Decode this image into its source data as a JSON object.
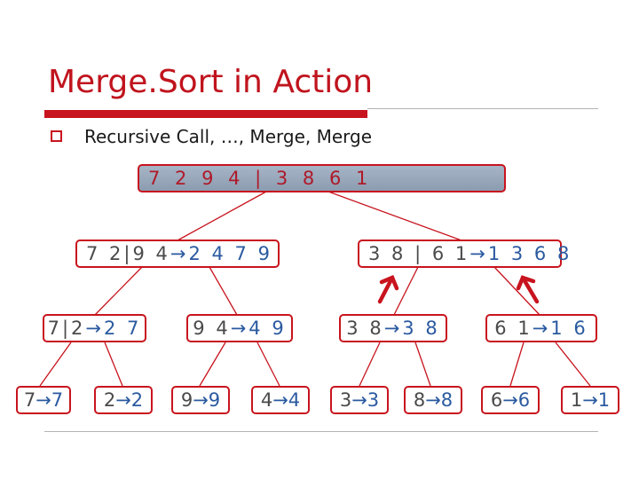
{
  "slide": {
    "title": "Merge.Sort in Action",
    "bullet": "Recursive Call, …, Merge, Merge"
  },
  "tree": {
    "root": "7 2 9 4 | 3 8 6 1",
    "level1": [
      {
        "input": "7 2|9 4",
        "arrow": "→",
        "output": "2 4 7 9"
      },
      {
        "input": "3 8 | 6 1",
        "arrow": "→",
        "output": "1 3 6 8"
      }
    ],
    "level2": [
      {
        "input": "7|2",
        "arrow": "→",
        "output": "2 7"
      },
      {
        "input": "9 4 ",
        "arrow": "→",
        "output": " 4 9"
      },
      {
        "input": "3 8 ",
        "arrow": "→",
        "output": "3 8"
      },
      {
        "input": "6 1 ",
        "arrow": "→",
        "output": "1 6"
      }
    ],
    "level3": [
      {
        "input": "7",
        "arrow": "→",
        "output": "7"
      },
      {
        "input": "2",
        "arrow": "→",
        "output": "2"
      },
      {
        "input": "9",
        "arrow": "→",
        "output": "9"
      },
      {
        "input": "4",
        "arrow": "→",
        "output": "4"
      },
      {
        "input": "3",
        "arrow": "→",
        "output": "3"
      },
      {
        "input": "8",
        "arrow": "→",
        "output": "8"
      },
      {
        "input": "6",
        "arrow": "→",
        "output": "6"
      },
      {
        "input": "1",
        "arrow": "→",
        "output": "1"
      }
    ]
  },
  "colors": {
    "accent_red": "#c8141e",
    "node_text_blue": "#2a5aa0",
    "root_fill": "#9aa8bb",
    "edge": "#c8141e"
  }
}
